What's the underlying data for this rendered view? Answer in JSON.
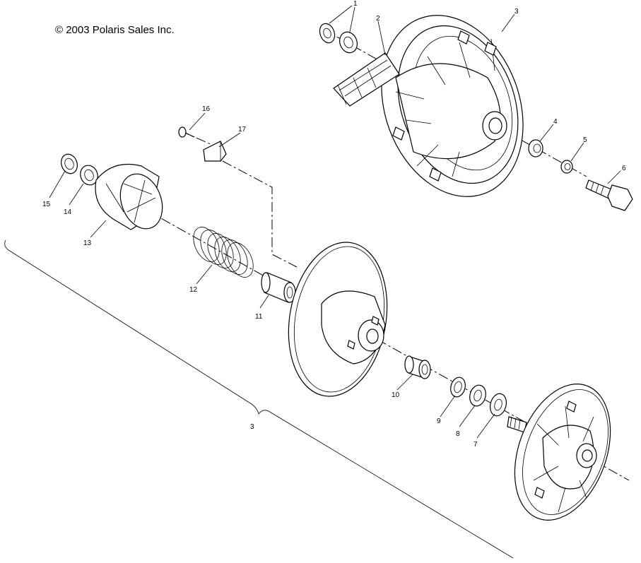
{
  "copyright": "© 2003 Polaris Sales Inc.",
  "callouts": [
    {
      "id": "1",
      "text": "1"
    },
    {
      "id": "2",
      "text": "2"
    },
    {
      "id": "3",
      "text": "3"
    },
    {
      "id": "4",
      "text": "4"
    },
    {
      "id": "5",
      "text": "5"
    },
    {
      "id": "6",
      "text": "6"
    },
    {
      "id": "7",
      "text": "7"
    },
    {
      "id": "8",
      "text": "8"
    },
    {
      "id": "9",
      "text": "9"
    },
    {
      "id": "10",
      "text": "10"
    },
    {
      "id": "11",
      "text": "11"
    },
    {
      "id": "12",
      "text": "12"
    },
    {
      "id": "13",
      "text": "13"
    },
    {
      "id": "14",
      "text": "14"
    },
    {
      "id": "15",
      "text": "15"
    },
    {
      "id": "16",
      "text": "16"
    },
    {
      "id": "17",
      "text": "17"
    },
    {
      "id": "assembly",
      "text": "3"
    }
  ]
}
